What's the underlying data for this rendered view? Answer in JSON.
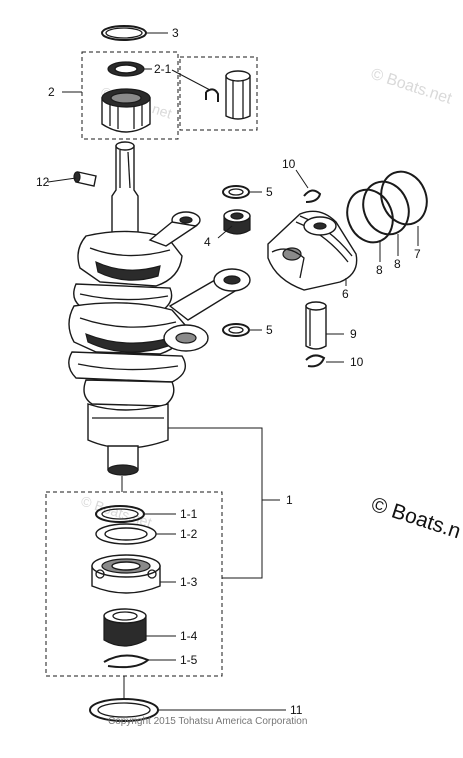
{
  "callouts": {
    "c3": "3",
    "c2_1": "2-1",
    "c2": "2",
    "c12": "12",
    "c10_top": "10",
    "c5_top": "5",
    "c4": "4",
    "c7": "7",
    "c8_a": "8",
    "c8_b": "8",
    "c6": "6",
    "c5_bottom": "5",
    "c9": "9",
    "c10_bottom": "10",
    "c1": "1",
    "c1_1": "1-1",
    "c1_2": "1-2",
    "c1_3": "1-3",
    "c1_4": "1-4",
    "c1_5": "1-5",
    "c11": "11"
  },
  "watermarks": {
    "small": "© Boats.net",
    "large": "© Boats.n"
  },
  "copyright": "Copyright 2015 Tohatsu America Corporation"
}
